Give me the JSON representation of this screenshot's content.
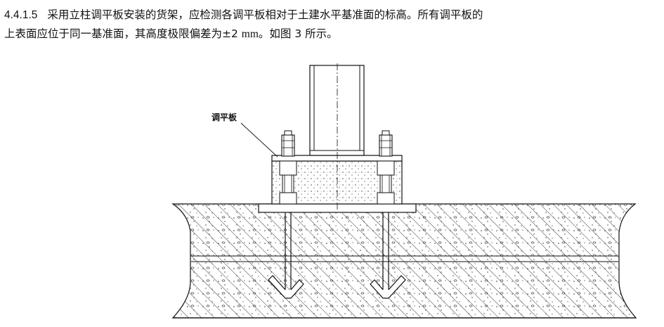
{
  "paragraph": {
    "clause_number": "4.4.1.5",
    "line1_text": "采用立柱调平板安装的货架，应检测各调平板相对于土建水平基准面的标高。所有调平板的",
    "line2_prefix": "上表面应位于同一基准面，其高度极限偏差为±2 ",
    "line2_unit": "mm",
    "line2_suffix": "。如图 3 所示。"
  },
  "figure": {
    "callout_label": "调平板"
  }
}
